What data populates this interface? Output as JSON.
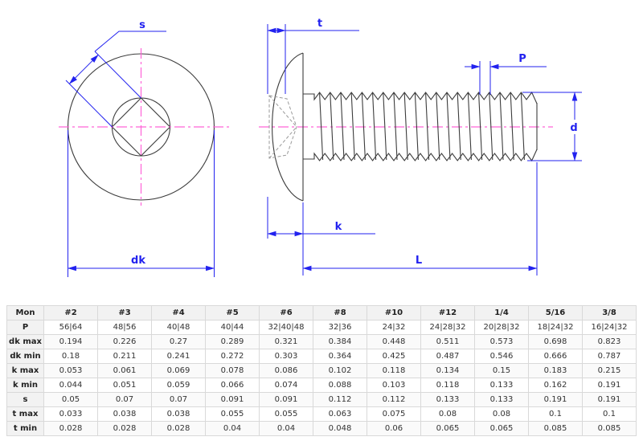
{
  "drawing": {
    "labels": {
      "s": "s",
      "dk": "dk",
      "t": "t",
      "p": "P",
      "d": "d",
      "k": "k",
      "l": "L"
    },
    "colors": {
      "dimension_blue": "#2222ef",
      "centerline_magenta": "#ff63d8",
      "outline_dark": "#3c3c3c",
      "hidden_gray": "#9a9a9a"
    }
  },
  "table": {
    "columns": [
      "Mon",
      "#2",
      "#3",
      "#4",
      "#5",
      "#6",
      "#8",
      "#10",
      "#12",
      "1/4",
      "5/16",
      "3/8"
    ],
    "rows": [
      {
        "label": "P",
        "values": [
          "56|64",
          "48|56",
          "40|48",
          "40|44",
          "32|40|48",
          "32|36",
          "24|32",
          "24|28|32",
          "20|28|32",
          "18|24|32",
          "16|24|32"
        ]
      },
      {
        "label": "dk max",
        "values": [
          "0.194",
          "0.226",
          "0.27",
          "0.289",
          "0.321",
          "0.384",
          "0.448",
          "0.511",
          "0.573",
          "0.698",
          "0.823"
        ]
      },
      {
        "label": "dk min",
        "values": [
          "0.18",
          "0.211",
          "0.241",
          "0.272",
          "0.303",
          "0.364",
          "0.425",
          "0.487",
          "0.546",
          "0.666",
          "0.787"
        ]
      },
      {
        "label": "k max",
        "values": [
          "0.053",
          "0.061",
          "0.069",
          "0.078",
          "0.086",
          "0.102",
          "0.118",
          "0.134",
          "0.15",
          "0.183",
          "0.215"
        ]
      },
      {
        "label": "k min",
        "values": [
          "0.044",
          "0.051",
          "0.059",
          "0.066",
          "0.074",
          "0.088",
          "0.103",
          "0.118",
          "0.133",
          "0.162",
          "0.191"
        ]
      },
      {
        "label": "s",
        "values": [
          "0.05",
          "0.07",
          "0.07",
          "0.091",
          "0.091",
          "0.112",
          "0.112",
          "0.133",
          "0.133",
          "0.191",
          "0.191"
        ]
      },
      {
        "label": "t max",
        "values": [
          "0.033",
          "0.038",
          "0.038",
          "0.055",
          "0.055",
          "0.063",
          "0.075",
          "0.08",
          "0.08",
          "0.1",
          "0.1"
        ]
      },
      {
        "label": "t min",
        "values": [
          "0.028",
          "0.028",
          "0.028",
          "0.04",
          "0.04",
          "0.048",
          "0.06",
          "0.065",
          "0.065",
          "0.085",
          "0.085"
        ]
      }
    ]
  }
}
